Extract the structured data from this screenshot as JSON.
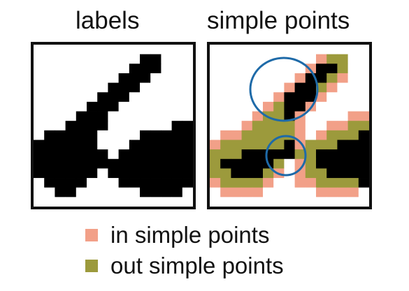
{
  "titles": {
    "left": "labels",
    "right": "simple points"
  },
  "legend": [
    {
      "label": "in simple points",
      "color": "#f2a088"
    },
    {
      "label": "out simple points",
      "color": "#9c9a3c"
    }
  ],
  "colors": {
    "black": "#000000",
    "white": "#ffffff",
    "circle": "#1e6aa8",
    "frame": "#111111"
  },
  "grids": {
    "labels": [
      "WWWWWWWWWWWWWWW",
      "WWWWWWWWWWBBWWW",
      "WWWWWWWWWBBBWWW",
      "WWWWWWWWBBBWWWW",
      "WWWWWWWBBBWWWWW",
      "WWWWWWBBBWWWWWW",
      "WWWWWBBBWWWWWWW",
      "WWWWBBBWWWWWWWW",
      "WWWBBBBWWWWWWBB",
      "WBBBBBWWWWBBBBB",
      "BBBBBBWWWBBBBBB",
      "BBBBBBBWBBBBBBB",
      "BBBBBBBBBBBBBBB",
      "BBBBBBWBBBBBBBB",
      "WBBBBWWWBBBBBBB",
      "WWBBWWWWWWBBBBW",
      "WWWWWWWWWWWWWWW"
    ],
    "simple_points": [
      "WWWWWWWWWWWWWWW",
      "WWWWWWWWWWPOOWW",
      "WWWWWWWWWPBBOWW",
      "WWWWWWWWPBBOPWW",
      "WWWWWWWPBBOPWWW",
      "WWWWWWPBBBPWWWW",
      "WWWWWPOBBPWWWWW",
      "WWWWPOOBPWWWWPP",
      "WWWPOOOOPWWPPOO",
      "WPPOOOOOPWPOOOB",
      "POOOOOOBPOOOBBB",
      "OOOBBBBBOOBBBBB",
      "OBBBBBOWPOBBBBB",
      "OOBBBOPWPOOBBBB",
      "POOOOPWWPPOOOOB",
      "WPPPPWWWWWPPPPW",
      "WWWWWWWWWWWWWWW"
    ]
  }
}
